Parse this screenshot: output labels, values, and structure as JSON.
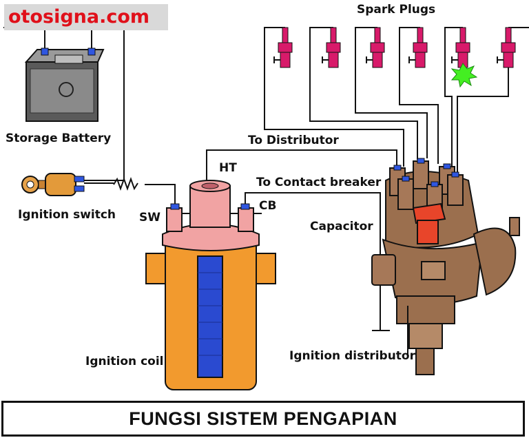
{
  "brand": {
    "text": "otosigna.com"
  },
  "labels": {
    "spark_plugs": "Spark Plugs",
    "storage_battery": "Storage Battery",
    "to_distributor": "To Distributor",
    "ht": "HT",
    "to_contact_breaker": "To Contact breaker",
    "ignition_switch": "Ignition switch",
    "sw": "SW",
    "cb": "CB",
    "capacitor": "Capacitor",
    "ignition_coil": "Ignition coil",
    "ignition_distributor": "Ignition distributor"
  },
  "footer": {
    "title": "FUNGSI SISTEM PENGAPIAN"
  },
  "colors": {
    "brand_text": "#e0101a",
    "spark_plug": "#d81a6a",
    "spark_flash": "#44ee22",
    "coil_body": "#f29a2e",
    "coil_cap": "#f1a3a3",
    "coil_core": "#2a4ad0",
    "distributor": "#9b6f4e",
    "rotor": "#e8452a",
    "terminal": "#2f56e0"
  }
}
